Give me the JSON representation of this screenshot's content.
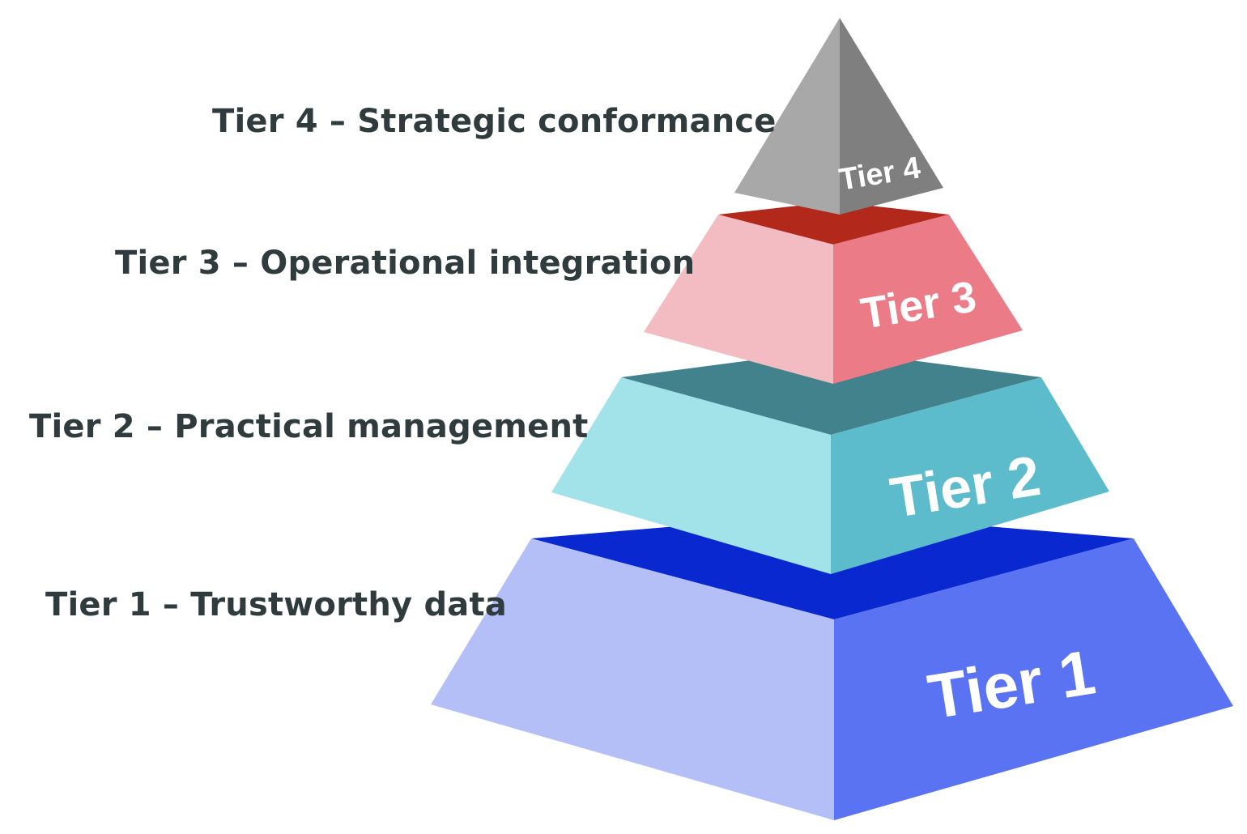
{
  "tiers": [
    {
      "face_label": "Tier 1",
      "caption": "Tier 1 – Trustworthy data",
      "colors": {
        "top": "#0a28d0",
        "left": "#b4bff8",
        "right": "#5a73f2"
      }
    },
    {
      "face_label": "Tier 2",
      "caption": "Tier 2 – Practical management",
      "colors": {
        "top": "#42828d",
        "left": "#a2e2e9",
        "right": "#5dbccc"
      }
    },
    {
      "face_label": "Tier 3",
      "caption": "Tier 3 – Operational integration",
      "colors": {
        "top": "#b2281b",
        "left": "#f2bcc2",
        "right": "#eb7b87"
      }
    },
    {
      "face_label": "Tier 4",
      "caption": "Tier 4 – Strategic conformance",
      "colors": {
        "left": "#a8a8a8",
        "right": "#7f7f7f"
      }
    }
  ],
  "caption_color": "#2f3b3c"
}
